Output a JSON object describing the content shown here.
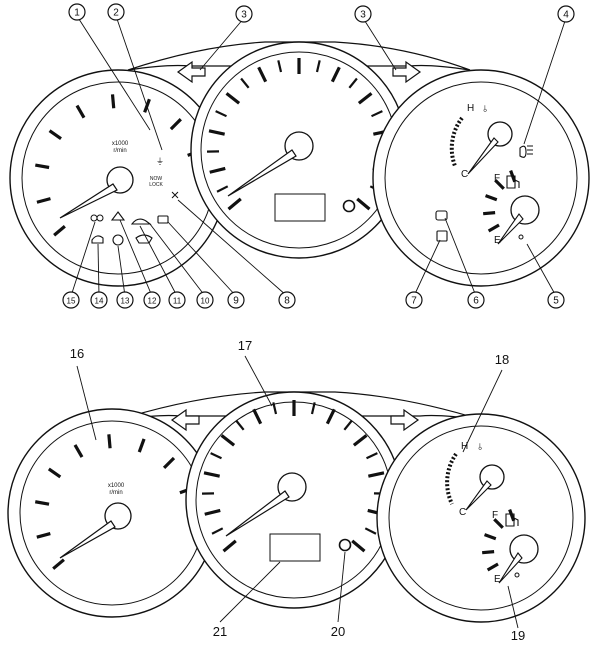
{
  "callouts_top": [
    "1",
    "2",
    "3",
    "3",
    "4",
    "5",
    "6",
    "7",
    "8",
    "9",
    "10",
    "11",
    "12",
    "13",
    "14",
    "15"
  ],
  "callouts_bottom": [
    "16",
    "17",
    "18",
    "19",
    "20",
    "21"
  ],
  "tach": {
    "unit_line1": "x1000",
    "unit_line2": "r/min"
  },
  "top_tach_extra": {
    "box_line1": "NOW",
    "box_line2": "LOCK"
  },
  "temp_gauge": {
    "hot": "H",
    "cold": "C"
  },
  "fuel_gauge": {
    "full": "F",
    "empty": "E"
  }
}
